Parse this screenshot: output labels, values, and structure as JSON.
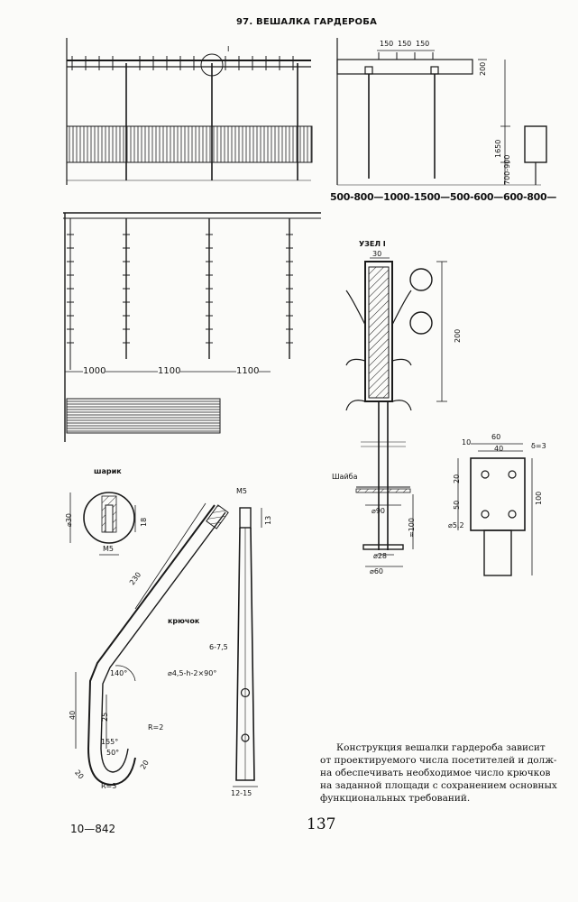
{
  "page": {
    "title": "97. ВЕШАЛКА ГАРДЕРОБА",
    "page_number": "137",
    "catalog_code": "10—842"
  },
  "front_view": {
    "detail_marker": "I"
  },
  "side_view": {
    "top_dims": [
      "150",
      "150",
      "150"
    ],
    "rail_height": "200",
    "total_height": "1650",
    "shelf_height": "700-900",
    "dim_row": "500-800—1000-1500—500-600—600-800—"
  },
  "plan_view": {
    "spacing": [
      "1000",
      "1100",
      "1100"
    ]
  },
  "node_detail": {
    "label": "УЗЕЛ I",
    "width_top": "30",
    "height": "200",
    "washer_label": "Шайба",
    "d90": "⌀90",
    "d28": "⌀28",
    "d60": "⌀60",
    "h100": "≈100"
  },
  "plate_detail": {
    "d10": "10",
    "d60": "60",
    "d40": "40",
    "thickness": "δ=3",
    "d20": "20",
    "d50": "50",
    "hole": "⌀5,2",
    "d100": "100"
  },
  "ball": {
    "label": "шарик",
    "diameter": "⌀30",
    "depth": "18",
    "thread": "M5"
  },
  "hook": {
    "label": "крючок",
    "length": "230",
    "angle1": "140°",
    "d40": "40",
    "d25": "25",
    "angle2": "155°",
    "angle3": "50°",
    "r2": "R=2",
    "d20a": "20",
    "d20b": "20",
    "r3": "R=3"
  },
  "hook_side": {
    "thread": "M5",
    "d13": "13",
    "d67": "6-7,5",
    "hole": "⌀4,5-h-2×90°",
    "base": "12-15"
  },
  "description": {
    "lines": [
      "Конструкция вешалки гардероба зависит",
      "от проектируемого числа посетителей и долж-",
      "на обеспечивать необходимое число крючков",
      "на заданной площади с сохранением основных",
      "функциональных требований."
    ]
  }
}
